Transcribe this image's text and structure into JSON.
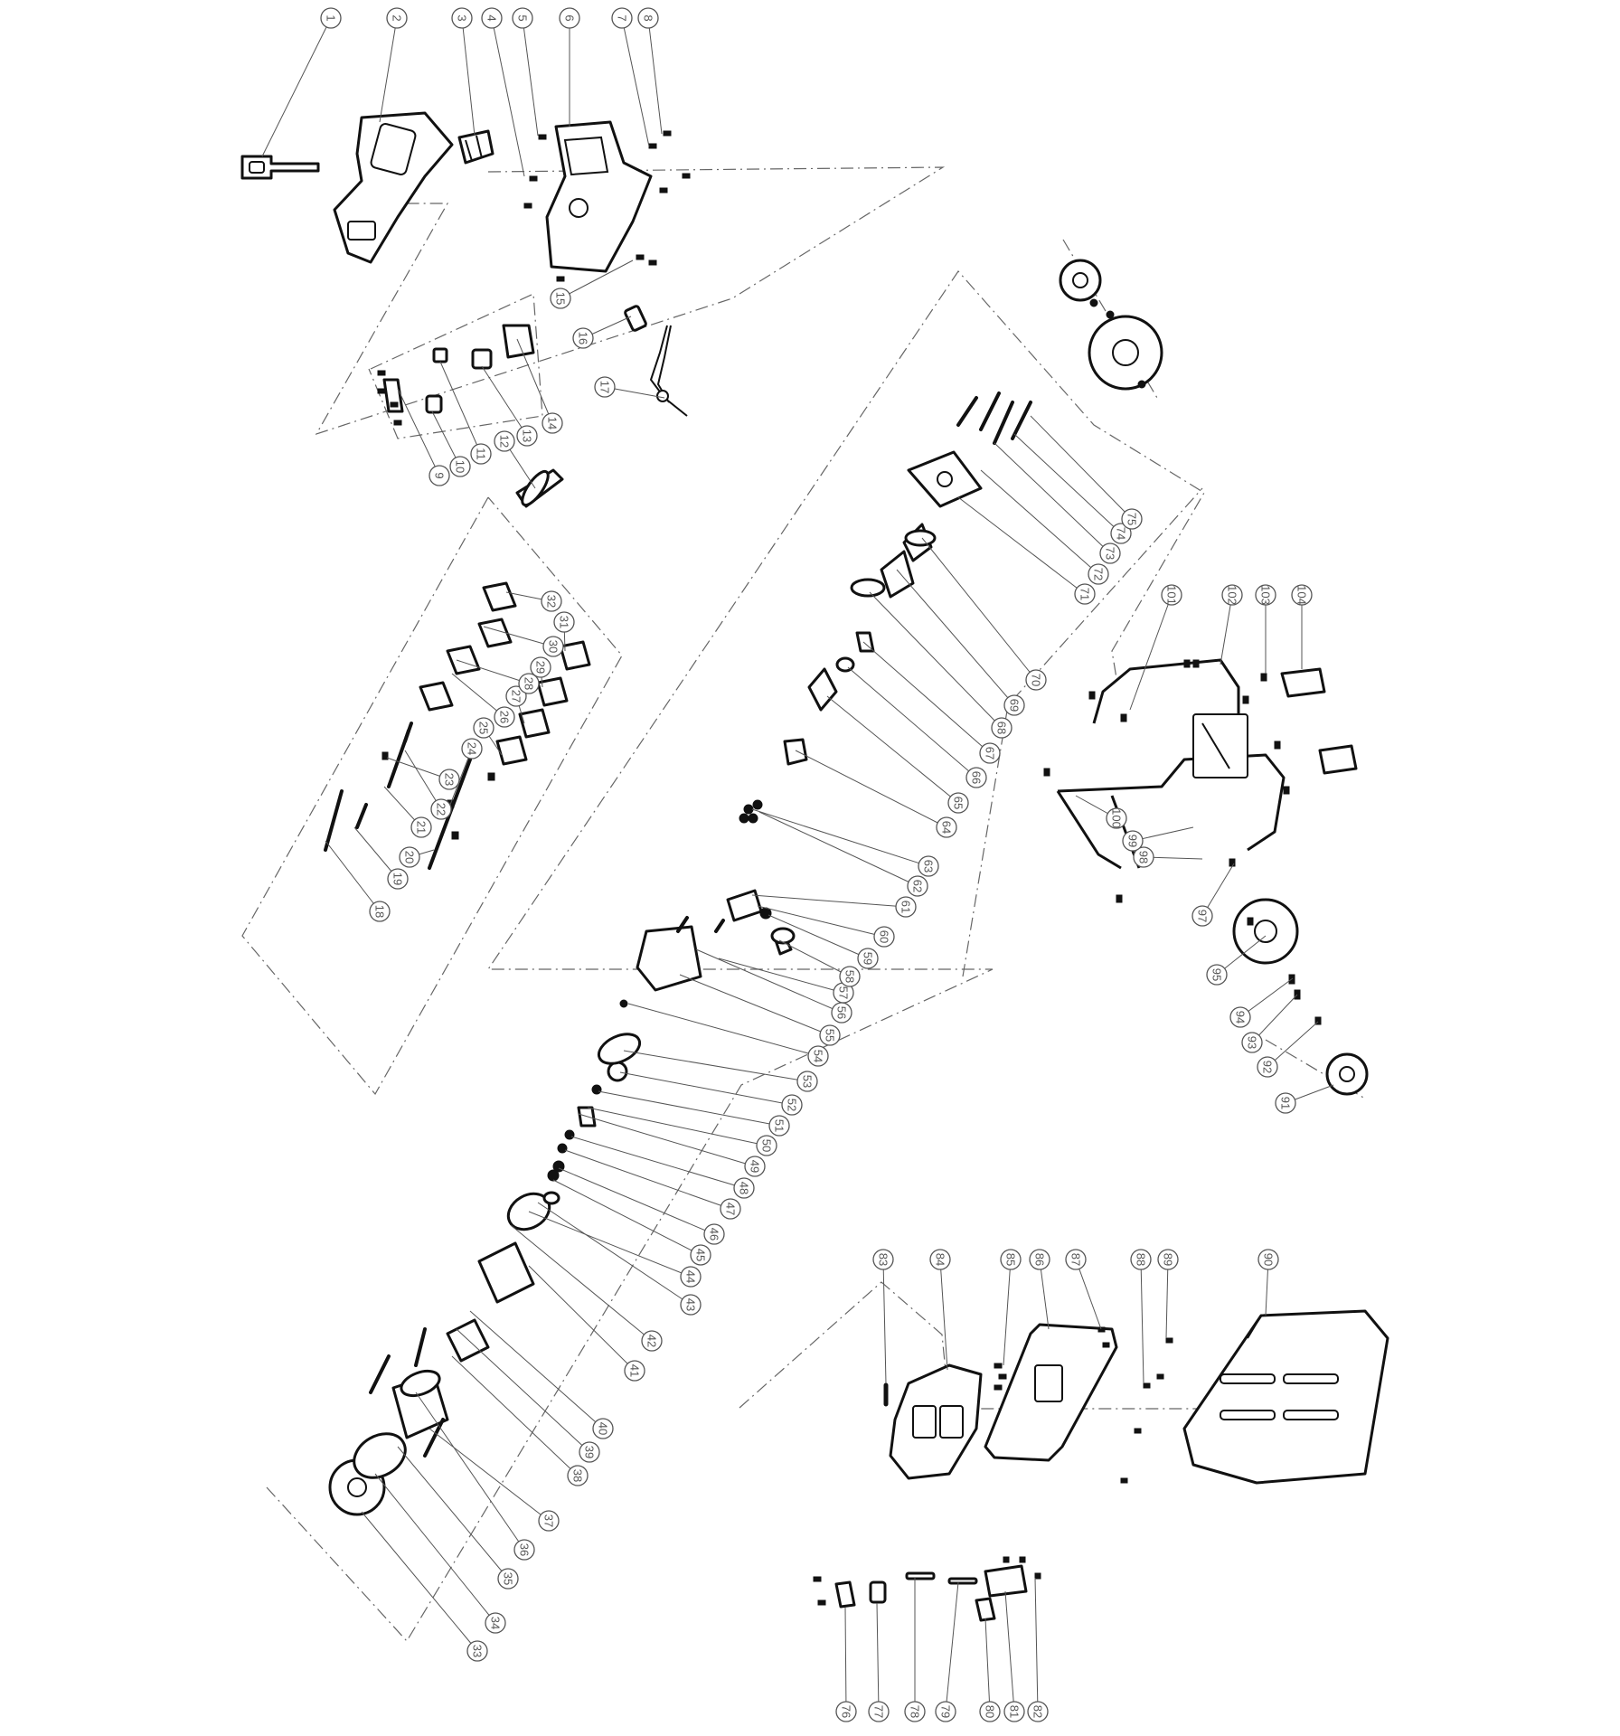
{
  "diagram": {
    "colors": {
      "ink": "#111111",
      "leader": "#555555",
      "background": "#ffffff"
    },
    "callouts": [
      {
        "label": "1"
      },
      {
        "label": "2"
      },
      {
        "label": "3"
      },
      {
        "label": "4"
      },
      {
        "label": "5"
      },
      {
        "label": "6"
      },
      {
        "label": "7"
      },
      {
        "label": "8"
      },
      {
        "label": "9"
      },
      {
        "label": "10"
      },
      {
        "label": "11"
      },
      {
        "label": "12"
      },
      {
        "label": "13"
      },
      {
        "label": "14"
      },
      {
        "label": "15"
      },
      {
        "label": "16"
      },
      {
        "label": "17"
      },
      {
        "label": "18"
      },
      {
        "label": "19"
      },
      {
        "label": "20"
      },
      {
        "label": "21"
      },
      {
        "label": "22"
      },
      {
        "label": "23"
      },
      {
        "label": "24"
      },
      {
        "label": "25"
      },
      {
        "label": "26"
      },
      {
        "label": "27"
      },
      {
        "label": "28"
      },
      {
        "label": "29"
      },
      {
        "label": "30"
      },
      {
        "label": "31"
      },
      {
        "label": "32"
      },
      {
        "label": "33"
      },
      {
        "label": "34"
      },
      {
        "label": "35"
      },
      {
        "label": "36"
      },
      {
        "label": "37"
      },
      {
        "label": "38"
      },
      {
        "label": "39"
      },
      {
        "label": "40"
      },
      {
        "label": "41"
      },
      {
        "label": "42"
      },
      {
        "label": "43"
      },
      {
        "label": "44"
      },
      {
        "label": "45"
      },
      {
        "label": "46"
      },
      {
        "label": "47"
      },
      {
        "label": "48"
      },
      {
        "label": "49"
      },
      {
        "label": "50"
      },
      {
        "label": "51"
      },
      {
        "label": "52"
      },
      {
        "label": "53"
      },
      {
        "label": "54"
      },
      {
        "label": "55"
      },
      {
        "label": "56"
      },
      {
        "label": "57"
      },
      {
        "label": "58"
      },
      {
        "label": "59"
      },
      {
        "label": "60"
      },
      {
        "label": "61"
      },
      {
        "label": "62"
      },
      {
        "label": "63"
      },
      {
        "label": "64"
      },
      {
        "label": "65"
      },
      {
        "label": "66"
      },
      {
        "label": "67"
      },
      {
        "label": "68"
      },
      {
        "label": "69"
      },
      {
        "label": "70"
      },
      {
        "label": "71"
      },
      {
        "label": "72"
      },
      {
        "label": "73"
      },
      {
        "label": "74"
      },
      {
        "label": "75"
      },
      {
        "label": "76"
      },
      {
        "label": "77"
      },
      {
        "label": "78"
      },
      {
        "label": "79"
      },
      {
        "label": "80"
      },
      {
        "label": "81"
      },
      {
        "label": "82"
      },
      {
        "label": "83"
      },
      {
        "label": "84"
      },
      {
        "label": "85"
      },
      {
        "label": "86"
      },
      {
        "label": "87"
      },
      {
        "label": "88"
      },
      {
        "label": "89"
      },
      {
        "label": "90"
      },
      {
        "label": "91"
      },
      {
        "label": "92"
      },
      {
        "label": "93"
      },
      {
        "label": "94"
      },
      {
        "label": "95"
      },
      {
        "label": "97"
      },
      {
        "label": "98"
      },
      {
        "label": "99"
      },
      {
        "label": "100"
      },
      {
        "label": "101"
      },
      {
        "label": "102"
      },
      {
        "label": "103"
      },
      {
        "label": "104"
      }
    ]
  }
}
